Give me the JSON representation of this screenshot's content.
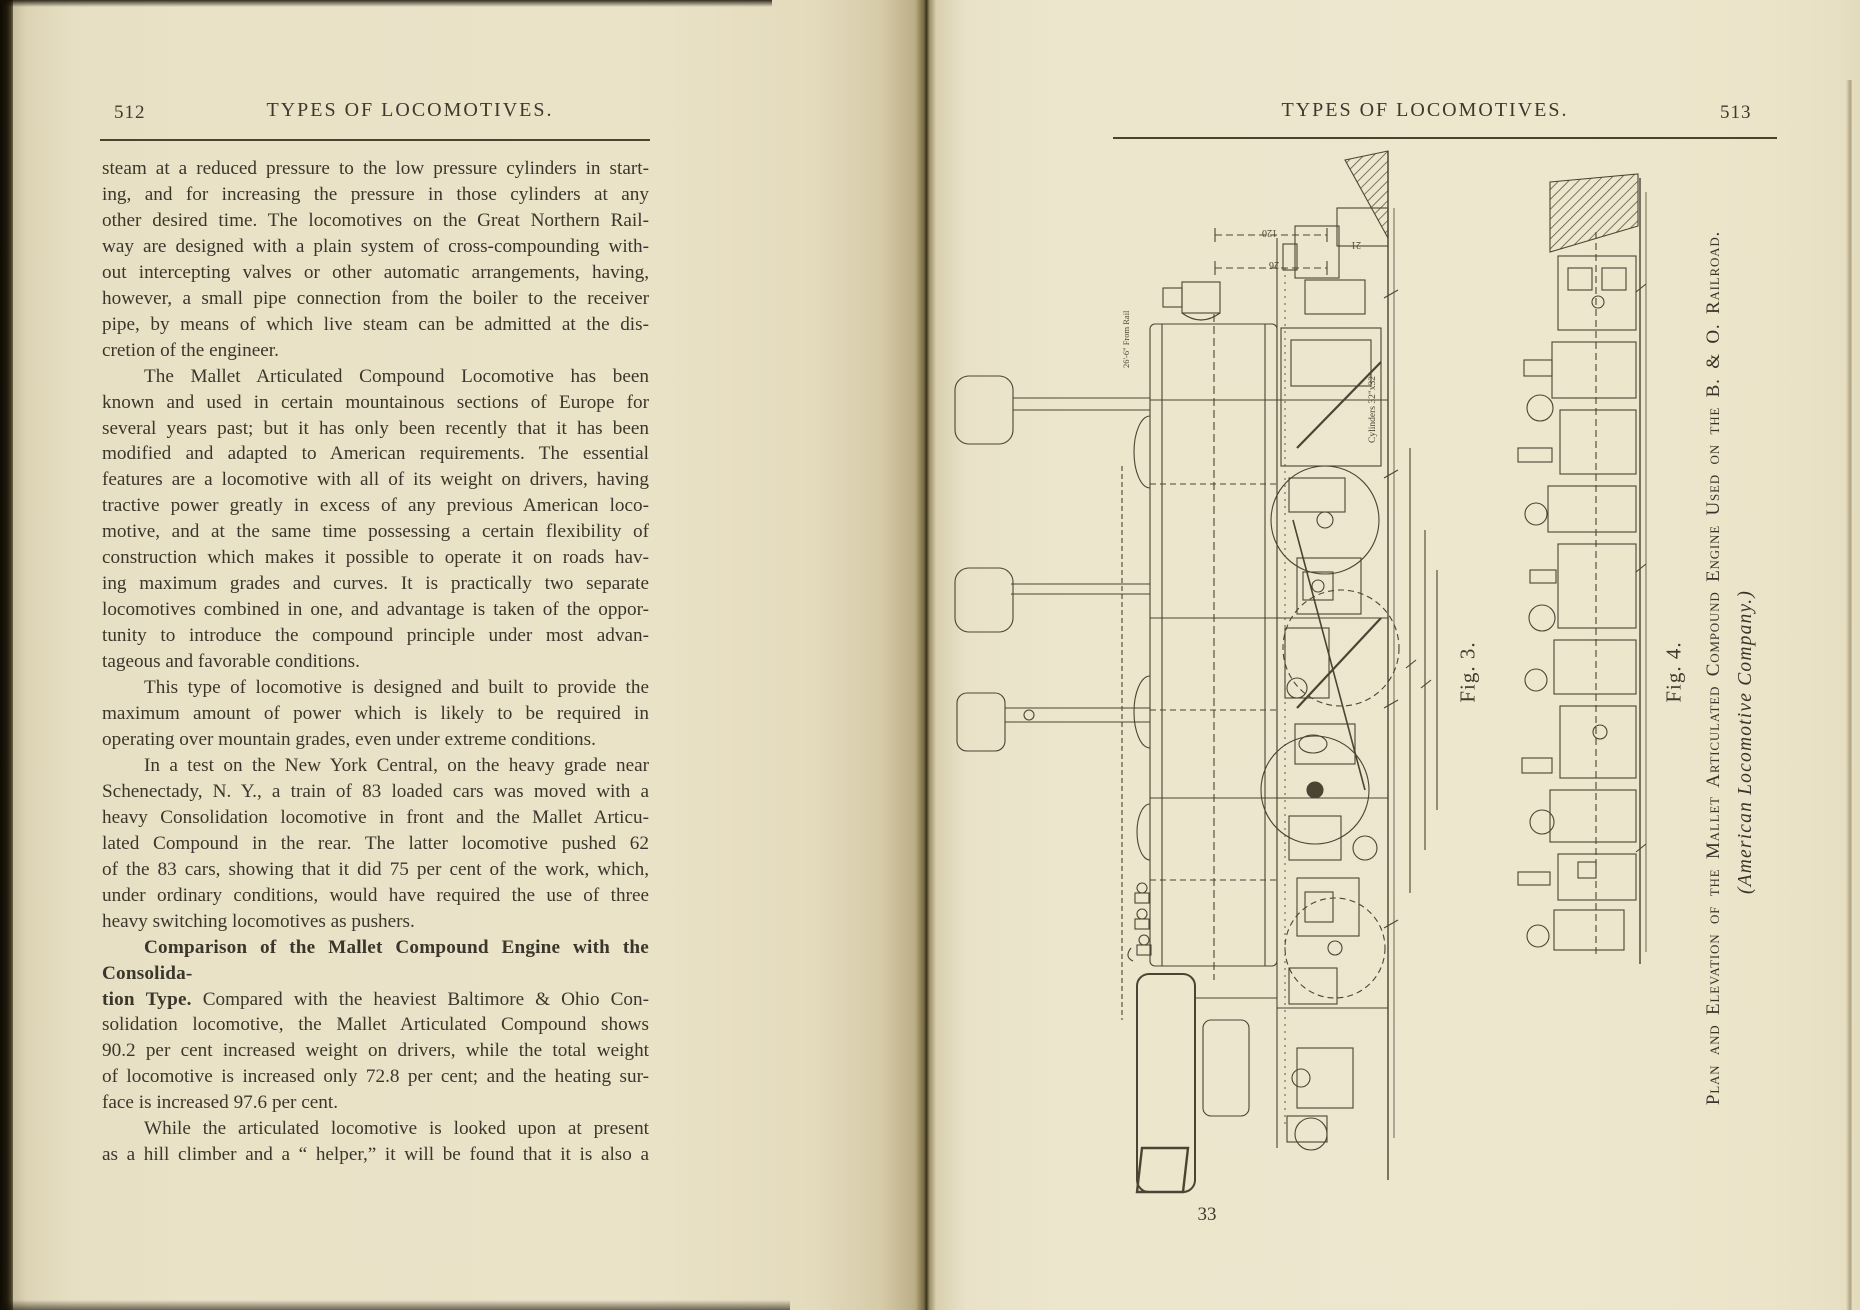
{
  "colors": {
    "paper_left": "#eae2c7",
    "paper_right": "#ede7ce",
    "ink": "#3b362b",
    "rule": "#4a4330",
    "drawing_stroke": "#4b4433",
    "edge_dark": "#16120a"
  },
  "left_page": {
    "page_number": "512",
    "running_head": "TYPES OF LOCOMOTIVES.",
    "lines": [
      {
        "t": "steam at a reduced pressure to the low pressure cylinders in start-"
      },
      {
        "t": "ing, and for increasing the pressure in those cylinders at any"
      },
      {
        "t": "other desired time.  The locomotives on the Great Northern Rail-"
      },
      {
        "t": "way are designed with a plain system of cross-compounding with-"
      },
      {
        "t": "out intercepting valves or other automatic arrangements, having,"
      },
      {
        "t": "however, a small pipe connection from the boiler to the receiver"
      },
      {
        "t": "pipe, by means of which live steam can be admitted at the dis-"
      },
      {
        "t": "cretion of the engineer.",
        "last": 1
      },
      {
        "t": "The Mallet Articulated Compound Locomotive has been",
        "indent": 1
      },
      {
        "t": "known and used in certain mountainous sections of Europe for"
      },
      {
        "t": "several years past; but it has only been recently that it has been"
      },
      {
        "t": "modified and adapted to American requirements.  The essential"
      },
      {
        "t": "features are a locomotive with all of its weight on drivers, having"
      },
      {
        "t": "tractive power greatly in excess of any previous American loco-"
      },
      {
        "t": "motive, and at the same time possessing a certain flexibility of"
      },
      {
        "t": "construction which makes it possible to operate it on roads hav-"
      },
      {
        "t": "ing maximum grades and curves.  It is practically two separate"
      },
      {
        "t": "locomotives combined in one, and advantage is taken of the oppor-"
      },
      {
        "t": "tunity to introduce the compound principle under most advan-"
      },
      {
        "t": "tageous and favorable conditions.",
        "last": 1
      },
      {
        "t": "This type of locomotive is designed and built to provide the",
        "indent": 1
      },
      {
        "t": "maximum amount of power which is likely to be required in"
      },
      {
        "t": "operating over mountain grades, even under extreme conditions.",
        "last": 1
      },
      {
        "t": "In a test on the New York Central, on the heavy grade near",
        "indent": 1
      },
      {
        "t": "Schenectady, N. Y., a train of 83 loaded cars was moved with a"
      },
      {
        "t": "heavy Consolidation locomotive in front and the Mallet Articu-"
      },
      {
        "t": "lated Compound in the rear.  The latter locomotive pushed 62"
      },
      {
        "t": "of the 83 cars, showing that it did 75 per cent of the work, which,"
      },
      {
        "t": "under ordinary conditions, would have required the use of three"
      },
      {
        "t": "heavy switching locomotives as pushers.",
        "last": 1
      },
      {
        "segs": [
          {
            "b": 1,
            "t": "Comparison of the Mallet Compound Engine with the Consolida-"
          }
        ],
        "indent": 1
      },
      {
        "segs": [
          {
            "b": 1,
            "t": "tion Type."
          },
          {
            "b": 0,
            "t": "  Compared with the heaviest Baltimore & Ohio Con-"
          }
        ]
      },
      {
        "t": "solidation locomotive, the Mallet Articulated Compound shows"
      },
      {
        "t": "90.2 per cent increased weight on drivers, while the total weight"
      },
      {
        "t": "of locomotive is increased only 72.8 per cent; and the heating sur-"
      },
      {
        "t": "face is increased 97.6 per cent.",
        "last": 1
      },
      {
        "t": "While the articulated locomotive is looked upon at present",
        "indent": 1
      },
      {
        "t": "as a hill climber and a “ helper,” it will be found that it is also a"
      }
    ]
  },
  "right_page": {
    "page_number": "513",
    "running_head": "TYPES OF LOCOMOTIVES.",
    "figure3": {
      "label": "Fig. 3."
    },
    "figure4": {
      "label": "Fig. 4."
    },
    "caption_main": "Plan and Elevation of the Mallet Articulated Compound Engine Used on the B. & O. Railroad.",
    "caption_sub": "(American Locomotive Company.)",
    "signature_mark": "33",
    "drawing_labels": {
      "cylinders": "Cylinders 32\"x32\"",
      "dim_length": "120",
      "dim_width": "26",
      "dim_pilot": "21",
      "from_rail": "26'-6\" From Rail"
    }
  }
}
